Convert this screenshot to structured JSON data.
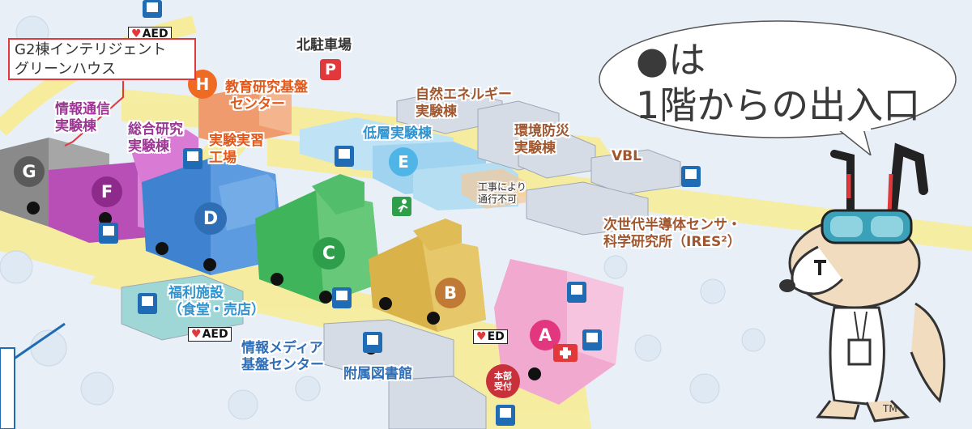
{
  "callout": {
    "line1": "G2棟インテリジェント",
    "line2": "グリーンハウス"
  },
  "speech": {
    "line1": "●は",
    "line2": "1階からの出入口"
  },
  "parking_label": "北駐車場",
  "parking_icon": "P",
  "buildings": [
    {
      "id": "G",
      "name": "G",
      "color": "#666666"
    },
    {
      "id": "F",
      "name": "F",
      "color": "#8e2a8c"
    },
    {
      "id": "D",
      "name": "D",
      "color": "#2f6db5"
    },
    {
      "id": "C",
      "name": "C",
      "color": "#2e9e4a"
    },
    {
      "id": "B",
      "name": "B",
      "color": "#c07a36"
    },
    {
      "id": "A",
      "name": "A",
      "color": "#e2377f"
    },
    {
      "id": "E",
      "name": "E",
      "color": "#4fb4e6"
    },
    {
      "id": "H",
      "name": "H",
      "color": "#ef6b23"
    }
  ],
  "labels": {
    "info_comm": [
      "情報通信",
      "実験棟"
    ],
    "integrated": [
      "総合研究",
      "実験棟"
    ],
    "practice": [
      "実験実習",
      "工場"
    ],
    "edu_center": [
      "教育研究基盤",
      "センター"
    ],
    "low_rise": "低層実験棟",
    "natural_energy": [
      "自然エネルギー",
      "実験棟"
    ],
    "env_disaster": [
      "環境防災",
      "実験棟"
    ],
    "vbl": "VBL",
    "semiconductor": [
      "次世代半導体センサ・",
      "科学研究所（IRES²）"
    ],
    "welfare": [
      "福利施設",
      "（食堂・売店）"
    ],
    "media_center": [
      "情報メディア",
      "基盤センター"
    ],
    "library": "附属図書館",
    "construction": [
      "工事により",
      "通行不可"
    ],
    "reception": [
      "本部",
      "受付"
    ]
  },
  "aed": {
    "heart": "♥",
    "label": "AED",
    "label_partial": "ED"
  },
  "trademark": "TM",
  "colors": {
    "ground": "#e9f0f6",
    "road": "#f7eea0",
    "entrance": "#111111",
    "icon_blue": "#1f6cb5"
  },
  "icons": [
    "building-pin-icon",
    "first-aid-icon",
    "emergency-exit-icon",
    "aed-icon",
    "parking-icon",
    "mascot-character"
  ]
}
